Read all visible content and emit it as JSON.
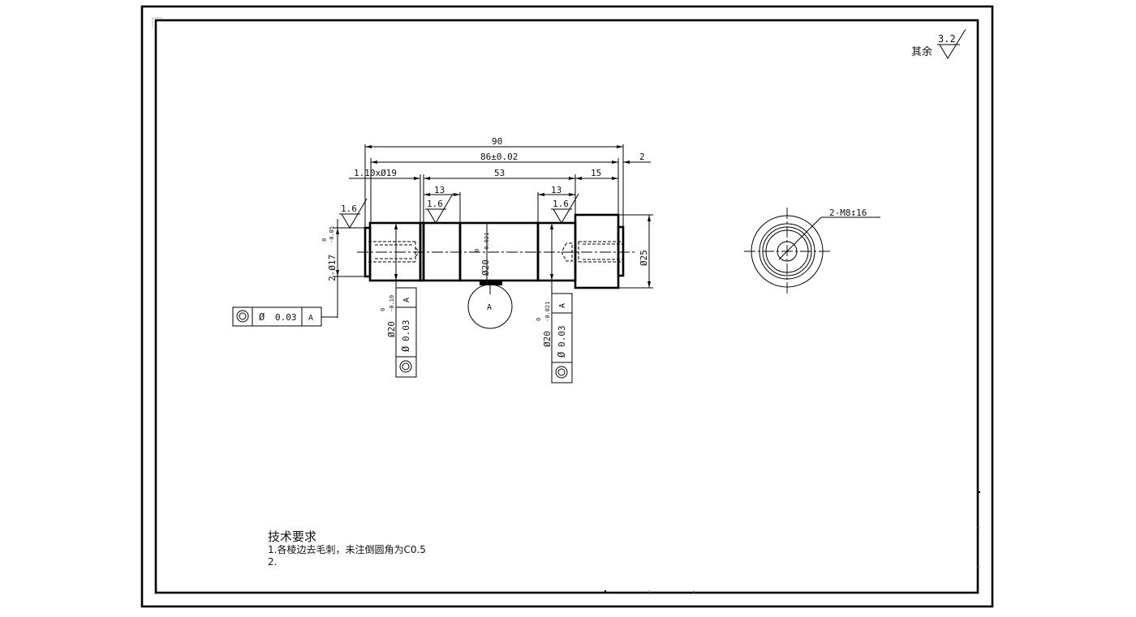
{
  "surface_finish": {
    "rest_label": "其余",
    "rest_value": "3.2",
    "journal_left": "1.6",
    "journal_mid_left": "1.6",
    "journal_mid_right": "1.6"
  },
  "dimensions": {
    "overall_length": "90",
    "bearing_span": "86±0.02",
    "right_step": "2",
    "groove": "1.10xØ19",
    "middle_length": "53",
    "right_shoulder": "15",
    "left_journal": "13",
    "right_journal": "13",
    "end_diameter": "2-Ø17",
    "end_diameter_tol_upper": "0",
    "end_diameter_tol_lower": "-0.05",
    "center_diameter": "Ø20",
    "center_tol_upper": "0",
    "center_tol_lower": "-0.021",
    "collar_diameter": "Ø25",
    "left_journal_diameter": "Ø20",
    "left_journal_tol_upper": "0",
    "left_journal_tol_lower": "-0.10",
    "right_journal_diameter": "Ø20",
    "right_journal_tol_upper": "0",
    "right_journal_tol_lower": "-0.021"
  },
  "gdt": {
    "left_frame": {
      "symbol": "concentricity",
      "diameter_symbol": "Ø",
      "tolerance": "0.03",
      "datum": "A"
    },
    "mid_left_frame": {
      "symbol": "concentricity",
      "diameter_symbol": "Ø",
      "tolerance": "0.03",
      "datum": "A"
    },
    "mid_right_frame": {
      "symbol": "concentricity",
      "diameter_symbol": "Ø",
      "tolerance": "0.03",
      "datum": "A"
    },
    "datum_label": "A"
  },
  "end_view": {
    "thread_callout": "2-M8↧16"
  },
  "notes": {
    "title": "技术要求",
    "items": [
      "1.各棱边去毛刺，未注倒圆角为C0.5",
      "2."
    ]
  }
}
